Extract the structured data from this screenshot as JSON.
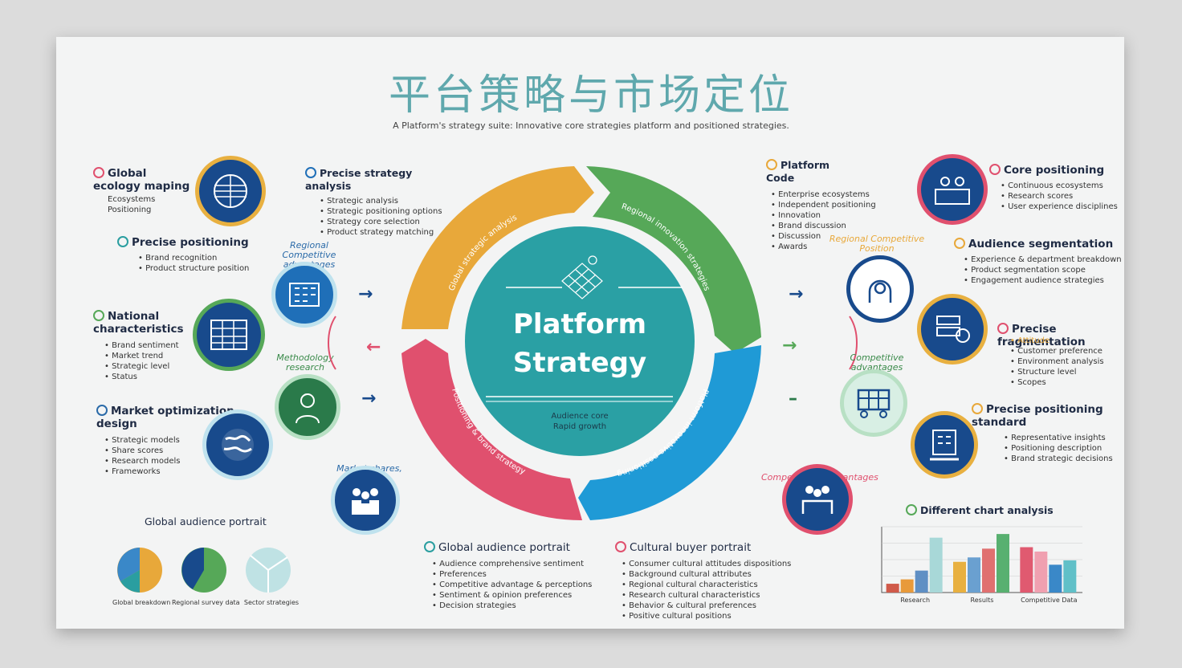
{
  "title": "平台策略与市场定位",
  "subtitle": "A Platform's strategy suite: Innovative core strategies platform and positioned strategies.",
  "center": {
    "line1": "Platform",
    "line2": "Strategy",
    "sub1": "Audience core",
    "sub2": "Rapid growth"
  },
  "ring_labels": {
    "orange": "Global strategic analysis",
    "green": "Regional innovation strategies",
    "blue": "Platform innovative positioning",
    "red": "Positioning & brand strategy"
  },
  "left": {
    "global_map": {
      "title": "Global\necology maping",
      "lines": [
        "Ecosystems",
        "Positioning"
      ]
    },
    "precise_positioning": {
      "title": "Precise positioning",
      "bullets": [
        "Brand recognition",
        "Product structure position"
      ]
    },
    "national_char": {
      "title": "National\ncharacteristics",
      "bullets": [
        "Brand sentiment",
        "Market trend",
        "Strategic level",
        "Status"
      ]
    },
    "market_design": {
      "title": "Market optimization\ndesign",
      "bullets": [
        "Strategic models",
        "Share scores",
        "Research models",
        "Frameworks"
      ]
    },
    "captions": {
      "c1": "Regional Competitive advantages",
      "c2": "Methodology research",
      "c3": "Market shares, Strategic"
    },
    "audience_portrait": {
      "title": "Global audience portrait",
      "labels": [
        "Global breakdown",
        "Regional survey data",
        "Sector strategies"
      ]
    }
  },
  "middle_left": {
    "title": "Precise strategy\nanalysis",
    "bullets": [
      "Strategic analysis",
      "Strategic positioning options",
      "Strategy core selection",
      "Product strategy matching"
    ]
  },
  "middle_right": {
    "title": "Platform\nCode",
    "bullets": [
      "Enterprise ecosystems",
      "Independent positioning",
      "Innovation",
      "Brand discussion",
      "Discussion",
      "Awards"
    ]
  },
  "right": {
    "core_positioning": {
      "title": "Core positioning",
      "bullets": [
        "Continuous ecosystems",
        "Research scores",
        "User experience disciplines"
      ]
    },
    "audience_segmentation": {
      "title": "Audience segmentation",
      "bullets": [
        "Experience & department breakdown",
        "Product segmentation scope",
        "Engagement audience strategies"
      ]
    },
    "precise_fragmentation": {
      "title": "Precise\nfragmentation",
      "bullets": [
        "Attitude",
        "Customer preference",
        "Environment analysis",
        "Structure level",
        "Scopes"
      ]
    },
    "precise_standard": {
      "title": "Precise positioning\nstandard",
      "bullets": [
        "Representative insights",
        "Positioning description",
        "Brand strategic decisions"
      ]
    },
    "captions": {
      "c1": "Regional Competitive Position",
      "c2": "Competitive advantages",
      "c3": "Competitional Advantages"
    }
  },
  "bottom_mid": {
    "global_portrait": {
      "title": "Global audience portrait",
      "bullets": [
        "Audience comprehensive sentiment",
        "Preferences",
        "Competitive advantage & perceptions",
        "Sentiment & opinion preferences",
        "Decision strategies"
      ]
    },
    "cultural_portrait": {
      "title": "Cultural buyer portrait",
      "bullets": [
        "Consumer cultural attitudes dispositions",
        "Background cultural attributes",
        "Regional cultural characteristics",
        "Research cultural characteristics",
        "Behavior & cultural preferences",
        "Positive cultural positions"
      ]
    }
  },
  "chart_title": "Different chart analysis",
  "chart_data": {
    "type": "bar",
    "title": "Different chart analysis",
    "groups": [
      {
        "label": "Research",
        "values": [
          12,
          18,
          30,
          75
        ],
        "colors": [
          "#d05a4a",
          "#e89a3a",
          "#5f8fc4",
          "#a8d8d8"
        ]
      },
      {
        "label": "Results",
        "values": [
          42,
          48,
          60,
          80
        ],
        "colors": [
          "#e8b040",
          "#6aa0d0",
          "#e07070",
          "#58b070"
        ]
      },
      {
        "label": "Competitive Data",
        "values": [
          62,
          56,
          38,
          44
        ],
        "colors": [
          "#e05a70",
          "#f0a0b0",
          "#3a88c8",
          "#60c0c8"
        ]
      }
    ],
    "ylim": [
      0,
      90
    ],
    "grid": true
  },
  "colors": {
    "orange": "#e8a83a",
    "green": "#56a858",
    "blue": "#1f9ad6",
    "red": "#e0506e",
    "teal": "#2a9ea0",
    "navy": "#184a8c"
  }
}
